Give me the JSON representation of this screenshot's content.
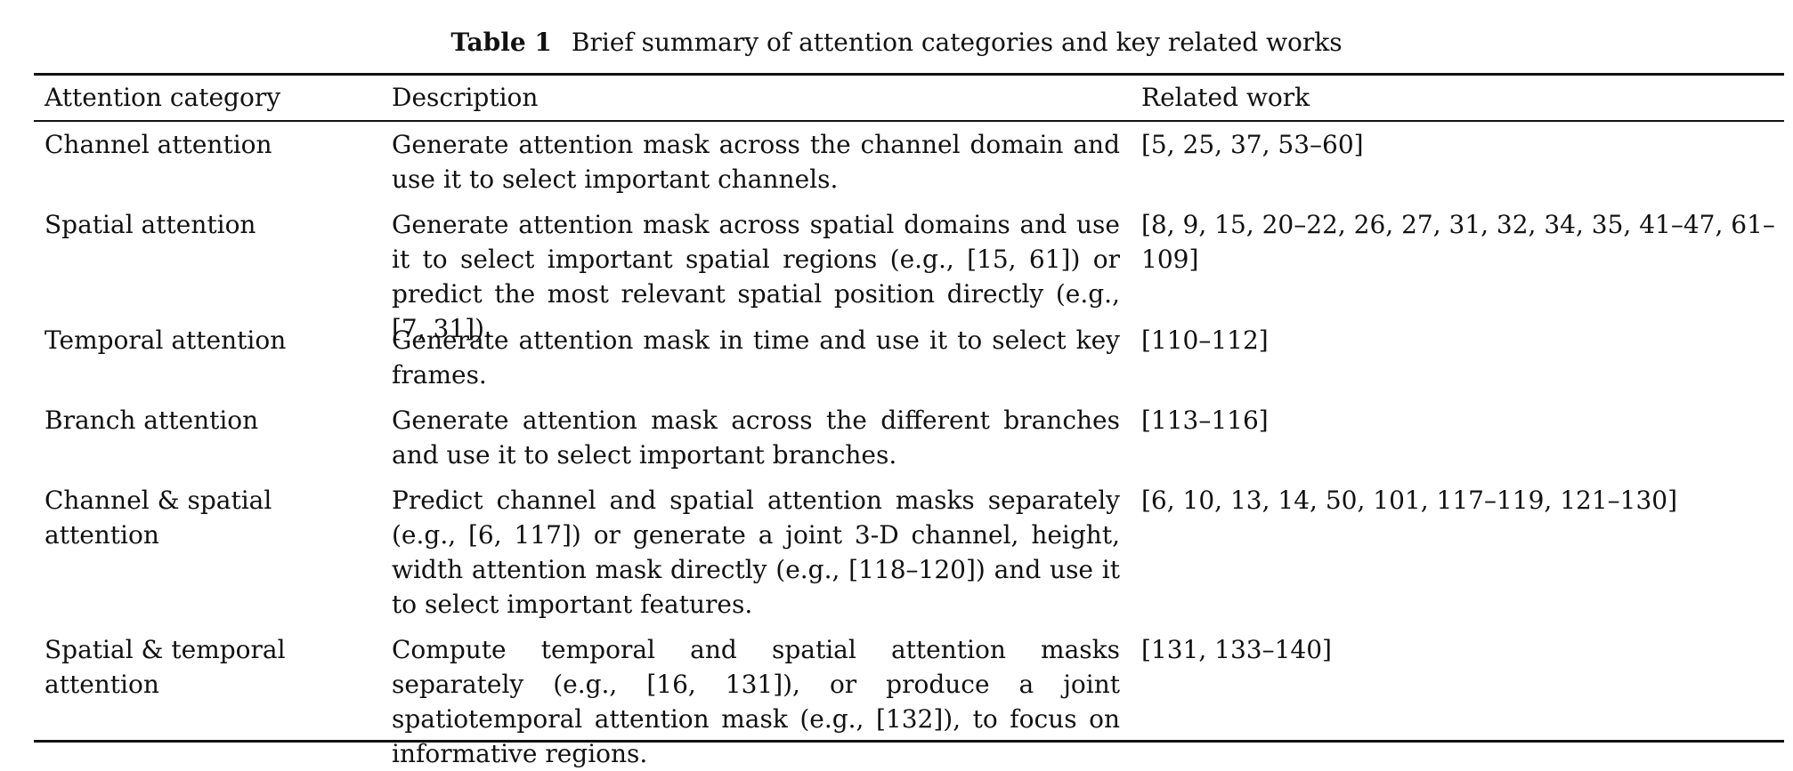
{
  "table": {
    "label": "Table 1",
    "title": "Brief summary of attention categories and key related works",
    "headers": [
      "Attention category",
      "Description",
      "Related work"
    ],
    "rows": [
      {
        "category": "Channel attention",
        "description": "Generate attention mask across the channel domain and use it to select important channels.",
        "related": "[5, 25, 37, 53–60]"
      },
      {
        "category": "Spatial attention",
        "description": "Generate attention mask across spatial domains and use it to select important spatial regions (e.g., [15, 61]) or predict the most relevant spatial position directly (e.g., [7, 31]).",
        "related": "[8, 9, 15, 20–22, 26, 27, 31, 32, 34, 35, 41–47, 61–109]"
      },
      {
        "category": "Temporal attention",
        "description": "Generate attention mask in time and use it to select key frames.",
        "related": "[110–112]"
      },
      {
        "category": "Branch attention",
        "description": "Generate attention mask across the different branches and use it to select important branches.",
        "related": "[113–116]"
      },
      {
        "category": "Channel & spatial attention",
        "description": "Predict channel and spatial attention masks separately (e.g., [6, 117]) or generate a joint 3-D channel, height, width attention mask directly (e.g., [118–120]) and use it to select important features.",
        "related": "[6, 10, 13, 14, 50, 101, 117–119, 121–130]"
      },
      {
        "category": "Spatial & temporal attention",
        "description": "Compute temporal and spatial attention masks separately (e.g., [16, 131]), or produce a joint spatiotemporal attention mask (e.g., [132]), to focus on informative regions.",
        "related": "[131, 133–140]"
      }
    ]
  }
}
